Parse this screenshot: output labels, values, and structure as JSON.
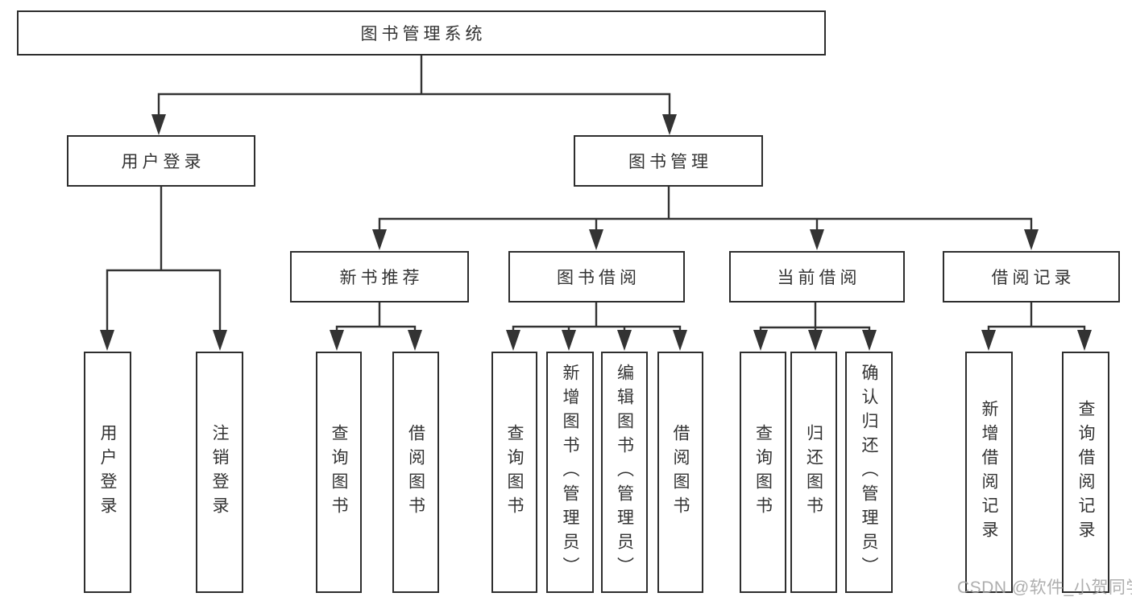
{
  "colors": {
    "background": "#ffffff",
    "box_border": "#2e2e2e",
    "connector_line": "#333333",
    "text": "#333333",
    "watermark": "#a0a0a0"
  },
  "tree": {
    "root": {
      "label": "图书管理系统"
    },
    "branches": [
      {
        "label": "用户登录",
        "children": [
          {
            "label": "用户登录"
          },
          {
            "label": "注销登录"
          }
        ]
      },
      {
        "label": "图书管理",
        "children": [
          {
            "label": "新书推荐",
            "children": [
              {
                "label": "查询图书"
              },
              {
                "label": "借阅图书"
              }
            ]
          },
          {
            "label": "图书借阅",
            "children": [
              {
                "label": "查询图书"
              },
              {
                "label": "新增图书（管理员）"
              },
              {
                "label": "编辑图书（管理员）"
              },
              {
                "label": "借阅图书"
              }
            ]
          },
          {
            "label": "当前借阅",
            "children": [
              {
                "label": "查询图书"
              },
              {
                "label": "归还图书"
              },
              {
                "label": "确认归还（管理员）"
              }
            ]
          },
          {
            "label": "借阅记录",
            "children": [
              {
                "label": "新增借阅记录"
              },
              {
                "label": "查询借阅记录"
              }
            ]
          }
        ]
      }
    ]
  },
  "watermark": {
    "text": "CSDN @软件_小贺同学"
  }
}
